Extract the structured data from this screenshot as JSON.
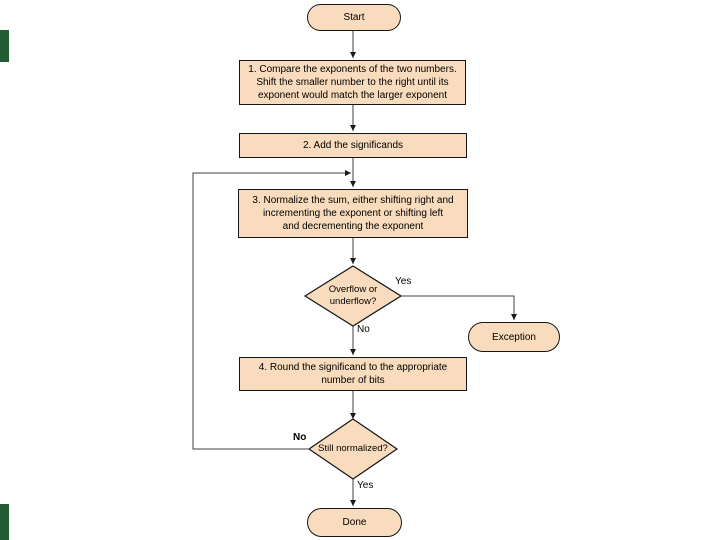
{
  "flowchart": {
    "nodes": {
      "start": {
        "label": "Start"
      },
      "step1": {
        "label": "1. Compare the exponents of the two numbers.\nShift the smaller number to the right until its\nexponent would match the larger exponent"
      },
      "step2": {
        "label": "2. Add the significands"
      },
      "step3": {
        "label": "3. Normalize the sum, either shifting right and\nincrementing the exponent or shifting left\nand decrementing the exponent"
      },
      "decision_overflow": {
        "label": "Overflow or\nunderflow?"
      },
      "exception": {
        "label": "Exception"
      },
      "step4": {
        "label": "4. Round the significand to the appropriate\nnumber of bits"
      },
      "decision_normalized": {
        "label": "Still normalized?"
      },
      "done": {
        "label": "Done"
      }
    },
    "edge_labels": {
      "overflow_yes": "Yes",
      "overflow_no": "No",
      "normalized_no": "No",
      "normalized_yes": "Yes"
    },
    "colors": {
      "node_fill": "#f9dcbd",
      "node_border": "#161616",
      "connector": "#404040",
      "arrowhead": "#1a1a1a",
      "accent_bar": "#235b33",
      "background": "#ffffff"
    }
  }
}
